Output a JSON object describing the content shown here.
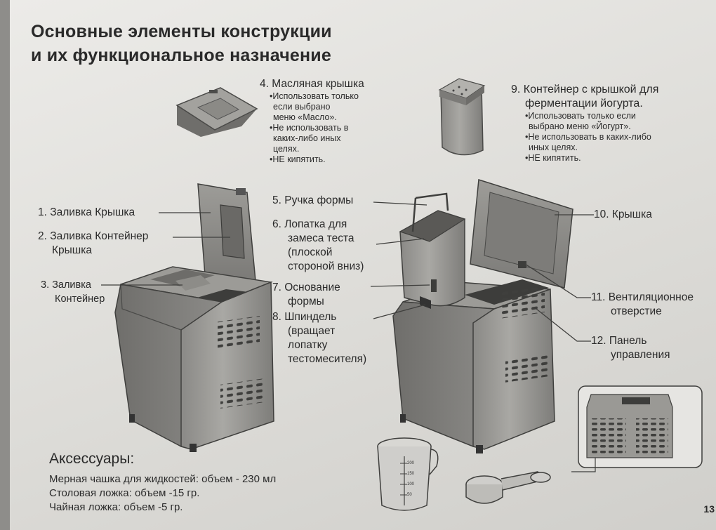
{
  "page": {
    "title_line1": "Основные элементы конструкции",
    "title_line2": "и их функциональное назначение",
    "page_number": "13"
  },
  "parts": {
    "p1": "1. Заливка Крышка",
    "p2_line1": "2. Заливка Контейнер",
    "p2_line2": "Крышка",
    "p3_line1": "3. Заливка",
    "p3_line2": "Контейнер",
    "p4": "4. Масляная крышка",
    "p4_notes": [
      "•Использовать только",
      "если выбрано",
      "меню «Масло».",
      "•Не использовать в",
      "каких-либо иных",
      "целях.",
      "•НЕ кипятить."
    ],
    "p5": "5. Ручка формы",
    "p6_line1": "6. Лопатка для",
    "p6_line2": "замеса теста",
    "p6_line3": "(плоской",
    "p6_line4": "стороной вниз)",
    "p7_line1": "7. Основание",
    "p7_line2": "формы",
    "p8_line1": "8. Шпиндель",
    "p8_line2": "(вращает",
    "p8_line3": "лопатку",
    "p8_line4": "тестомесителя)",
    "p9_line1": "9. Контейнер с крышкой для",
    "p9_line2": "ферментации йогурта.",
    "p9_notes": [
      "•Использовать только если",
      "выбрано меню «Йогурт».",
      "•Не использовать в каких-либо",
      "иных целях.",
      "•НЕ кипятить."
    ],
    "p10": "10. Крышка",
    "p11_line1": "11. Вентиляционное",
    "p11_line2": "отверстие",
    "p12_line1": "12. Панель",
    "p12_line2": "управления"
  },
  "accessories": {
    "title": "Аксессуары:",
    "items": [
      "Мерная чашка для жидкостей: объем - 230 мл",
      "Столовая ложка: объем -15 гр.",
      "Чайная ложка: объем -5 гр."
    ],
    "cup_marks": [
      "200",
      "150",
      "100",
      "50"
    ]
  }
}
